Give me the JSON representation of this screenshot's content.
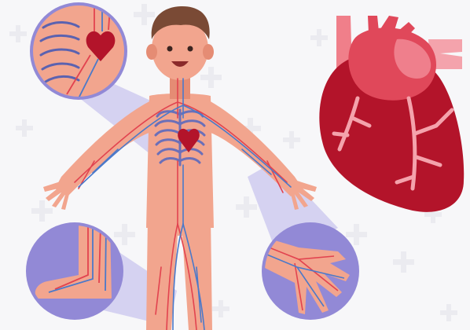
{
  "scene": {
    "subject": "circulatory-system",
    "background_color": "#f7f7f9",
    "background_symbol": "plus-mark",
    "background_symbol_color": "#e9e9ee"
  },
  "colors": {
    "skin": "#f2a58e",
    "skin_shadow": "#e58c74",
    "hair": "#7a4a35",
    "artery_red": "#e2434f",
    "vein_blue": "#4b79c9",
    "magnifier_fill": "#9289d6",
    "magnifier_beam": "#c9c6ee",
    "heart_dark": "#b3142a",
    "heart_mid": "#d42a3c",
    "heart_light": "#ef7f8c",
    "heart_vessel_pink": "#f4a3ac"
  },
  "magnifiers": [
    {
      "id": "chest",
      "shows": "heart-and-ribcage"
    },
    {
      "id": "foot",
      "shows": "foot-vessels"
    },
    {
      "id": "hand",
      "shows": "hand-vessels"
    }
  ],
  "icons": [
    "human-figure-icon",
    "anatomical-heart-icon",
    "magnifier-icon"
  ]
}
